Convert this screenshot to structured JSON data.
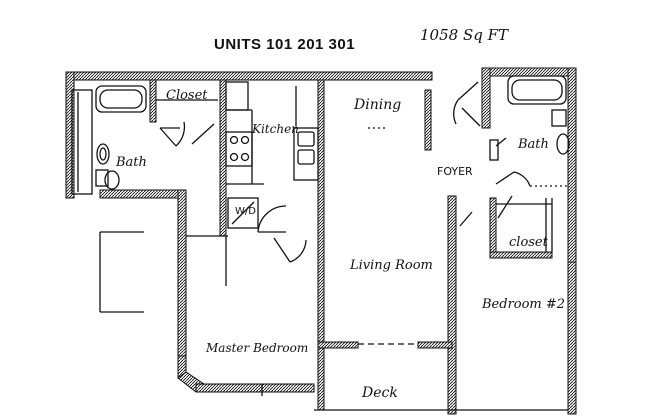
{
  "plan": {
    "title": "UNITS 101 201 301",
    "area": "1058 Sq FT",
    "rooms": {
      "closet_1": "Closet",
      "kitchen": "Kitchen",
      "dining": "Dining",
      "bath_1": "Bath",
      "bath_2": "Bath",
      "foyer": "FOYER",
      "washer_dryer": "W/D",
      "closet_2": "closet",
      "living_room": "Living Room",
      "bedroom_2": "Bedroom #2",
      "master_bedroom": "Master Bedroom",
      "deck": "Deck"
    }
  }
}
